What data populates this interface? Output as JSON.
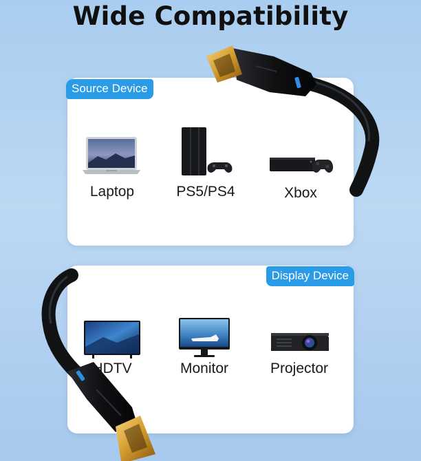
{
  "headline": "Wide Compatibility",
  "colors": {
    "accent_blue": "#2a9be6",
    "cable_black": "#151515",
    "connector_gold": "#d9a23a",
    "led_blue": "#2e8fe0"
  },
  "source_panel": {
    "tag": "Source Device",
    "devices": [
      {
        "label": "Laptop",
        "icon": "laptop-icon"
      },
      {
        "label": "PS5/PS4",
        "icon": "game-console-icon"
      },
      {
        "label": "Xbox",
        "icon": "xbox-console-icon"
      }
    ]
  },
  "display_panel": {
    "tag": "Display Device",
    "devices": [
      {
        "label": "HDTV",
        "icon": "tv-icon"
      },
      {
        "label": "Monitor",
        "icon": "monitor-icon"
      },
      {
        "label": "Projector",
        "icon": "projector-icon"
      }
    ]
  }
}
